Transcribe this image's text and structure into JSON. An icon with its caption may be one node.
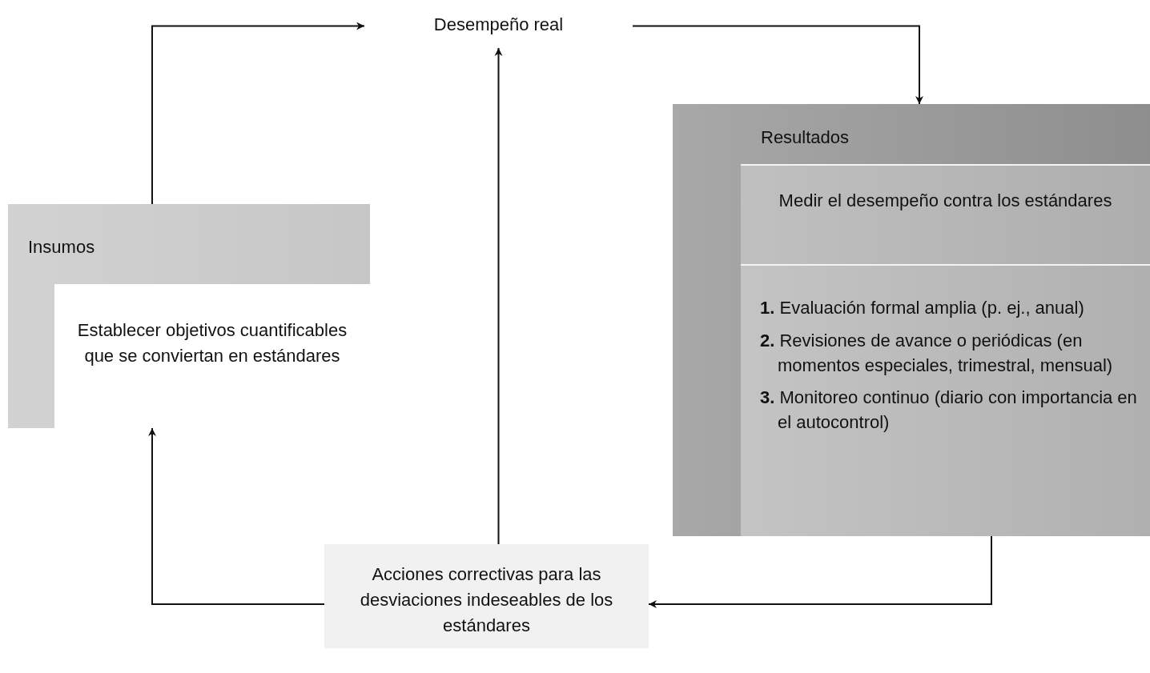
{
  "diagram": {
    "nodes": [
      {
        "text": [
          "Insumos"
        ]
      },
      {
        "text": [
          "Establecer objetivos cuantificables que se conviertan en estándares"
        ],
        "in": 0
      },
      {
        "text": [
          "Desempeño real"
        ]
      },
      {
        "text": [
          "Resultados"
        ]
      },
      {
        "text": [
          "Medir el desempeño contra los estándares"
        ],
        "in": 3
      },
      {
        "text": [
          "**1.** Evaluación formal amplia (p. ej., anual)",
          "**2.** Revisiones de avance o periódicas (en momentos especiales, trimestral, mensual)",
          "**3.** Monitoreo continuo (diario con importancia en el autocontrol)"
        ],
        "in": 3
      },
      {
        "text": [
          "Acciones correctivas para las desviaciones indeseables de los estándares"
        ]
      }
    ],
    "edges": [
      {
        "from": 0,
        "to": 2,
        "arrow": "to"
      },
      {
        "from": 2,
        "to": 3,
        "arrow": "to"
      },
      {
        "from": 3,
        "to": 6,
        "arrow": "to"
      },
      {
        "from": 6,
        "to": 2,
        "arrow": "to"
      },
      {
        "from": 6,
        "to": 1,
        "arrow": "to"
      }
    ]
  }
}
